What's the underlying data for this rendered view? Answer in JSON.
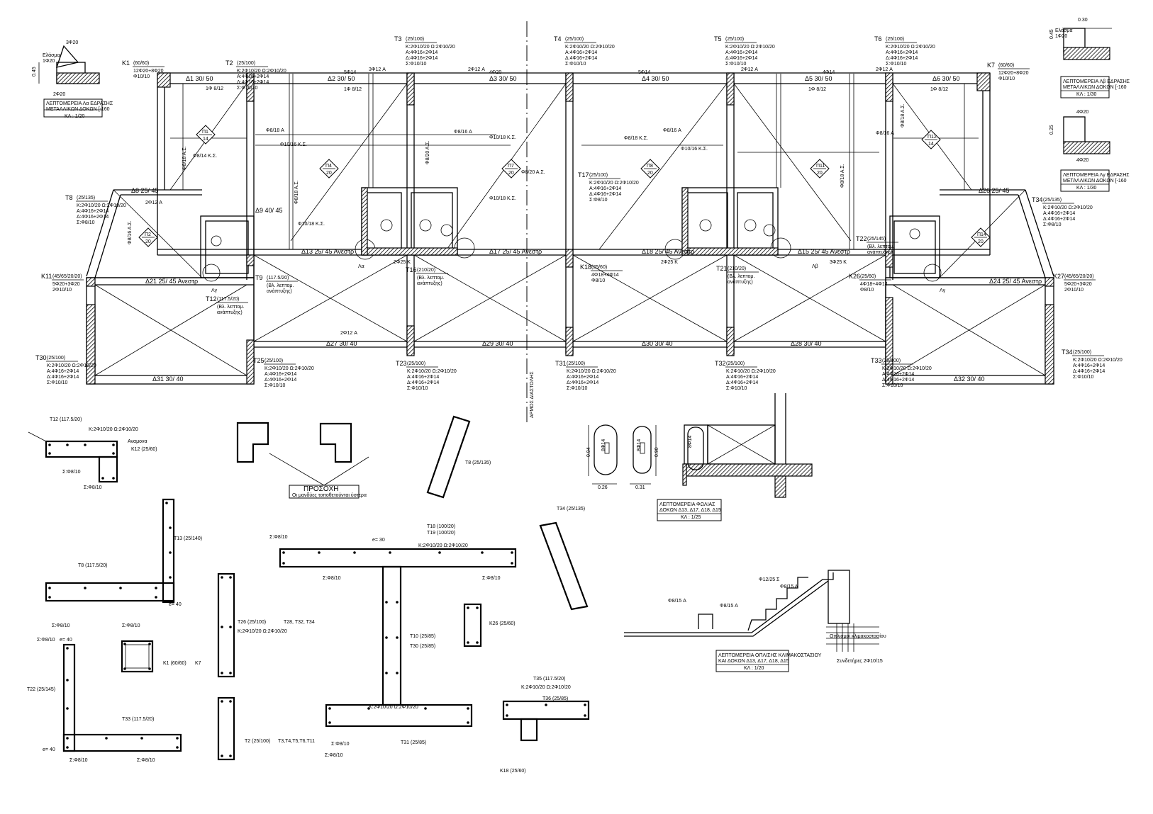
{
  "plan": {
    "expansion_joint": "ΑΡΜΟΣ ΔΙΑΣΤΟΛΗΣ",
    "beams": [
      "Δ1 30/ 50",
      "Δ2 30/ 50",
      "Δ3 30/ 50",
      "Δ4 30/ 50",
      "Δ5 30/ 50",
      "Δ6 30/ 50",
      "Δ13 25/ 45 Ανεστρ",
      "Δ17 25/ 45 Ανεστρ",
      "Δ18 25/ 45 Ανεστρ",
      "Δ15 25/ 45 Ανεστρ",
      "Δ21 25/ 45 Ανεστρ",
      "Δ24 25/ 45 Ανεστρ",
      "Δ27 30/ 40",
      "Δ29 30/ 40",
      "Δ30 30/ 40",
      "Δ28 30/ 40",
      "Δ31 30/ 40",
      "Δ32 30/ 40",
      "Δ8 25/ 45",
      "Δ9 40/ 45",
      "Δ26 25/ 45"
    ],
    "slabs": [
      {
        "id": "Π1",
        "t": "14"
      },
      {
        "id": "Π2",
        "t": "20"
      },
      {
        "id": "Π4",
        "t": "20"
      },
      {
        "id": "Π7",
        "t": "20"
      },
      {
        "id": "Π8",
        "t": "20"
      },
      {
        "id": "Π11",
        "t": "20"
      },
      {
        "id": "Π12",
        "t": "14"
      },
      {
        "id": "Π14",
        "t": "20"
      }
    ],
    "rebar_notes": [
      "Φ8/18 A",
      "Φ10/16 K.Σ.",
      "Φ8/14 K.Σ.",
      "Φ8/18 Α.Σ.",
      "Φ8/16 A",
      "Φ10/18 Κ.Σ.",
      "Φ8/18 Α.Σ.",
      "Φ8/16 A",
      "Φ8/18 K.Σ.",
      "Φ10/16 K.Σ.",
      "Φ8/16 A",
      "Φ8/18 Α.Σ.",
      "Φ10/18 K.Σ.",
      "Φ10/18 K.Σ.",
      "Φ8/20 Α.Σ.",
      "Φ8/20 Α.Σ.",
      "Φ8/18 Α.Σ.",
      "Φ8/16 Α.Σ.",
      "2Φ12 A",
      "2Φ12 A",
      "3Φ12 A",
      "2Φ12 A",
      "2Φ12 A",
      "2Φ12 A",
      "5Φ14",
      "5Φ14",
      "4Φ14",
      "4Φ20",
      "1Φ 8/12",
      "1Φ 8/12",
      "1Φ 8/12",
      "1Φ 8/12",
      "2Φ25 K",
      "2Φ25 K",
      "3Φ25 K",
      "Λα",
      "Λβ",
      "Λγ",
      "Λγ"
    ],
    "columns": [
      {
        "name": "K1",
        "dim": "(60/60)",
        "l1": "12Φ20+8Φ20",
        "l2": "Φ10/10"
      },
      {
        "name": "T2",
        "dim": "(25/100)",
        "l1": "K:2Φ10/20 Ω:2Φ10/20",
        "l2": "A:4Φ16+2Φ14",
        "l3": "Δ:4Φ16+2Φ14",
        "l4": "Σ:Φ10/10"
      },
      {
        "name": "T3",
        "dim": "(25/100)",
        "l1": "K:2Φ10/20 Ω:2Φ10/20",
        "l2": "A:4Φ16+2Φ14",
        "l3": "Δ:4Φ16+2Φ14",
        "l4": "Σ:Φ10/10"
      },
      {
        "name": "T4",
        "dim": "(25/100)",
        "l1": "K:2Φ10/20 Ω:2Φ10/20",
        "l2": "A:4Φ16+2Φ14",
        "l3": "Δ:4Φ16+2Φ14",
        "l4": "Σ:Φ10/10"
      },
      {
        "name": "T5",
        "dim": "(25/100)",
        "l1": "K:2Φ10/20 Ω:2Φ10/20",
        "l2": "A:4Φ16+2Φ14",
        "l3": "Δ:4Φ16+2Φ14",
        "l4": "Σ:Φ10/10"
      },
      {
        "name": "T6",
        "dim": "(25/100)",
        "l1": "K:2Φ10/20 Ω:2Φ10/20",
        "l2": "A:4Φ16+2Φ14",
        "l3": "Δ:4Φ16+2Φ14",
        "l4": "Σ:Φ10/10"
      },
      {
        "name": "K7",
        "dim": "(60/60)",
        "l1": "12Φ20+8Φ20",
        "l2": "Φ10/10"
      },
      {
        "name": "T8",
        "dim": "(25/135)",
        "l1": "K:2Φ10/20 Ω:2Φ10/20",
        "l2": "A:4Φ16+2Φ14",
        "l3": "Δ:4Φ16+2Φ14",
        "l4": "Σ:Φ8/10"
      },
      {
        "name": "T34",
        "dim": "(25/135)",
        "l1": "K:2Φ10/20 Ω:2Φ10/20",
        "l2": "A:4Φ16+2Φ14",
        "l3": "Δ:4Φ16+2Φ14",
        "l4": "Σ:Φ8/10"
      },
      {
        "name": "K11",
        "dim": "(45/65/20/20)",
        "l1": "5Φ20+3Φ20",
        "l2": "2Φ10/10"
      },
      {
        "name": "K27",
        "dim": "(45/65/20/20)",
        "l1": "5Φ20+3Φ20",
        "l2": "2Φ10/10"
      },
      {
        "name": "T30",
        "dim": "(25/100)",
        "l1": "K:2Φ10/20 Ω:2Φ10/20",
        "l2": "A:4Φ16+2Φ14",
        "l3": "Δ:4Φ16+2Φ14",
        "l4": "Σ:Φ10/10"
      },
      {
        "name": "T25",
        "dim": "(25/100)",
        "l1": "K:2Φ10/20 Ω:2Φ10/20",
        "l2": "A:4Φ16+2Φ14",
        "l3": "Δ:4Φ16+2Φ14",
        "l4": "Σ:Φ10/10"
      },
      {
        "name": "T23",
        "dim": "(25/100)",
        "l1": "K:2Φ10/20 Ω:2Φ10/20",
        "l2": "A:4Φ16+2Φ14",
        "l3": "Δ:4Φ16+2Φ14",
        "l4": "Σ:Φ10/10"
      },
      {
        "name": "T31",
        "dim": "(25/100)",
        "l1": "K:2Φ10/20 Ω:2Φ10/20",
        "l2": "A:4Φ16+2Φ14",
        "l3": "Δ:4Φ16+2Φ14",
        "l4": "Σ:Φ10/10"
      },
      {
        "name": "T32",
        "dim": "(25/100)",
        "l1": "K:2Φ10/20 Ω:2Φ10/20",
        "l2": "A:4Φ16+2Φ14",
        "l3": "Δ:4Φ16+2Φ14",
        "l4": "Σ:Φ10/10"
      },
      {
        "name": "T33",
        "dim": "(25/100)",
        "l1": "K:2Φ10/20 Ω:2Φ10/20",
        "l2": "A:4Φ16+2Φ14",
        "l3": "Δ:4Φ16+2Φ14",
        "l4": "Σ:Φ10/10"
      },
      {
        "name": "T34",
        "dim": "(25/100)",
        "l1": "K:2Φ10/20 Ω:2Φ10/20",
        "l2": "A:4Φ16+2Φ14",
        "l3": "Δ:4Φ16+2Φ14",
        "l4": "Σ:Φ10/10"
      },
      {
        "name": "K18",
        "dim": "(25/60)",
        "l1": "4Φ18+4Φ14",
        "l2": "Φ8/10"
      },
      {
        "name": "K26",
        "dim": "(25/60)",
        "l1": "4Φ18+4Φ14",
        "l2": "Φ8/10"
      },
      {
        "name": "T9",
        "dim": "(117.5/20)",
        "l1": "(Βλ. λεπτομ.",
        "l2": "ανάπτυξης)"
      },
      {
        "name": "T12",
        "dim": "(117.5/20)",
        "l1": "(Βλ. λεπτομ.",
        "l2": "ανάπτυξης)"
      },
      {
        "name": "T16",
        "dim": "(210/20)",
        "l1": "(Βλ. λεπτομ.",
        "l2": "ανάπτυξης)"
      },
      {
        "name": "T21",
        "dim": "(210/20)",
        "l1": "(Βλ. λεπτομ.",
        "l2": "ανάπτυξης)"
      },
      {
        "name": "T22",
        "dim": "(25/145)",
        "l1": "(Βλ. λεπτομ.",
        "l2": "ανάπτυξης)"
      },
      {
        "name": "T17",
        "dim": "(25/100)",
        "l1": "K:2Φ10/20 Ω:2Φ10/20",
        "l2": "A:4Φ16+2Φ14",
        "l3": "Δ:4Φ16+2Φ14",
        "l4": "Σ:Φ8/10"
      }
    ]
  },
  "details": {
    "la_title": [
      "ΛΕΠΤΟΜΕΡΕΙΑ Λα ΕΔΡΑΣΗΣ",
      "ΜΕΤΑΛΛΙΚΩΝ ΔΟΚΩΝ [-160",
      "ΚΛ : 1/20"
    ],
    "lb_title": [
      "ΛΕΠΤΟΜΕΡΕΙΑ Λβ ΕΔΡΑΣΗΣ",
      "ΜΕΤΑΛΛΙΚΩΝ ΔΟΚΩΝ [-160",
      "ΚΛ : 1/30"
    ],
    "lg_title": [
      "ΛΕΠΤΟΜΕΡΕΙΑ Λγ ΕΔΡΑΣΗΣ",
      "ΜΕΤΑΛΛΙΚΩΝ ΔΟΚΩΝ [-160",
      "ΚΛ : 1/30"
    ],
    "fold_title": [
      "ΛΕΠΤΟΜΕΡΕΙΑ ΦΩΛΙΑΣ",
      "ΔΟΚΩΝ Δ13, Δ17, Δ18, Δ15",
      "ΚΛ : 1/25"
    ],
    "stair_title": [
      "ΛΕΠΤΟΜΕΡΕΙΑ ΟΠΛΙΣΗΣ ΚΛΙΜΑΚΟΣΤΑΣΙΟΥ",
      "ΚΑΙ ΔΟΚΩΝ Δ13, Δ17, Δ18, Δ15",
      "ΚΛ : 1/20"
    ],
    "attention": "ΠΡΟΣΟΧΗ",
    "attention_note": "Οι μανδύες τοποθετούνται ύστερα",
    "dims": [
      "0.45",
      "0.45",
      "0.94",
      "0.90",
      "0.26",
      "0.31",
      "0.25",
      "0.30"
    ],
    "detail_labels": [
      "Ελάσμα",
      "1Φ20",
      "Ελάσμα",
      "1Φ20",
      "3Φ20",
      "2Φ20",
      "4Φ20",
      "4Φ20",
      "8Φ14",
      "8Φ14",
      "8Φ14",
      "Φ8/15 A",
      "Φ8/15 A",
      "Φ12/25 Σ",
      "Φ8/15 Α",
      "Οπλισμοί κλιμακοστασίου",
      "Συνδετήρες 2Φ10/15",
      "Αναμονα"
    ],
    "section_labels": [
      "T12 (117.5/20)",
      "K12 (25/60)",
      "T8 (117.5/20)",
      "T13 (25/140)",
      "T22 (25/145)",
      "T33 (117.5/20)",
      "K1 (60/60)",
      "K7",
      "T26 (25/100)",
      "T28, T32, T34",
      "T2 (25/100)",
      "T3,T4,T5,T6,T11",
      "T19 (100/20)",
      "T18 (100/20)",
      "T10 (25/85)",
      "T30 (25/85)",
      "T35 (117.5/20)",
      "K26 (25/60)",
      "T36 (25/85)",
      "T31 (25/85)",
      "K18 (25/60)",
      "T8 (25/135)",
      "T34 (25/135)"
    ],
    "stirrup_labels": [
      "Σ:Φ8/10",
      "Σ:Φ8/10",
      "Σ:Φ8/10",
      "Σ:Φ8/10",
      "Σ:Φ8/10",
      "Σ:Φ8/10",
      "Σ:Φ8/10",
      "Σ:Φ8/10",
      "Σ:Φ8/10",
      "Σ:Φ8/10",
      "Σ:Φ8/10",
      "Σ:Φ8/10",
      "K:2Φ10/20 Ω:2Φ10/20",
      "K:2Φ10/20 Ω:2Φ10/20",
      "K:2Φ10/20 Ω:2Φ10/20",
      "K:2Φ10/20 Ω:2Φ10/20",
      "K:2Φ10/20 Ω:2Φ10/20",
      "e= 30",
      "e= 40",
      "e= 40",
      "e= 40"
    ]
  }
}
